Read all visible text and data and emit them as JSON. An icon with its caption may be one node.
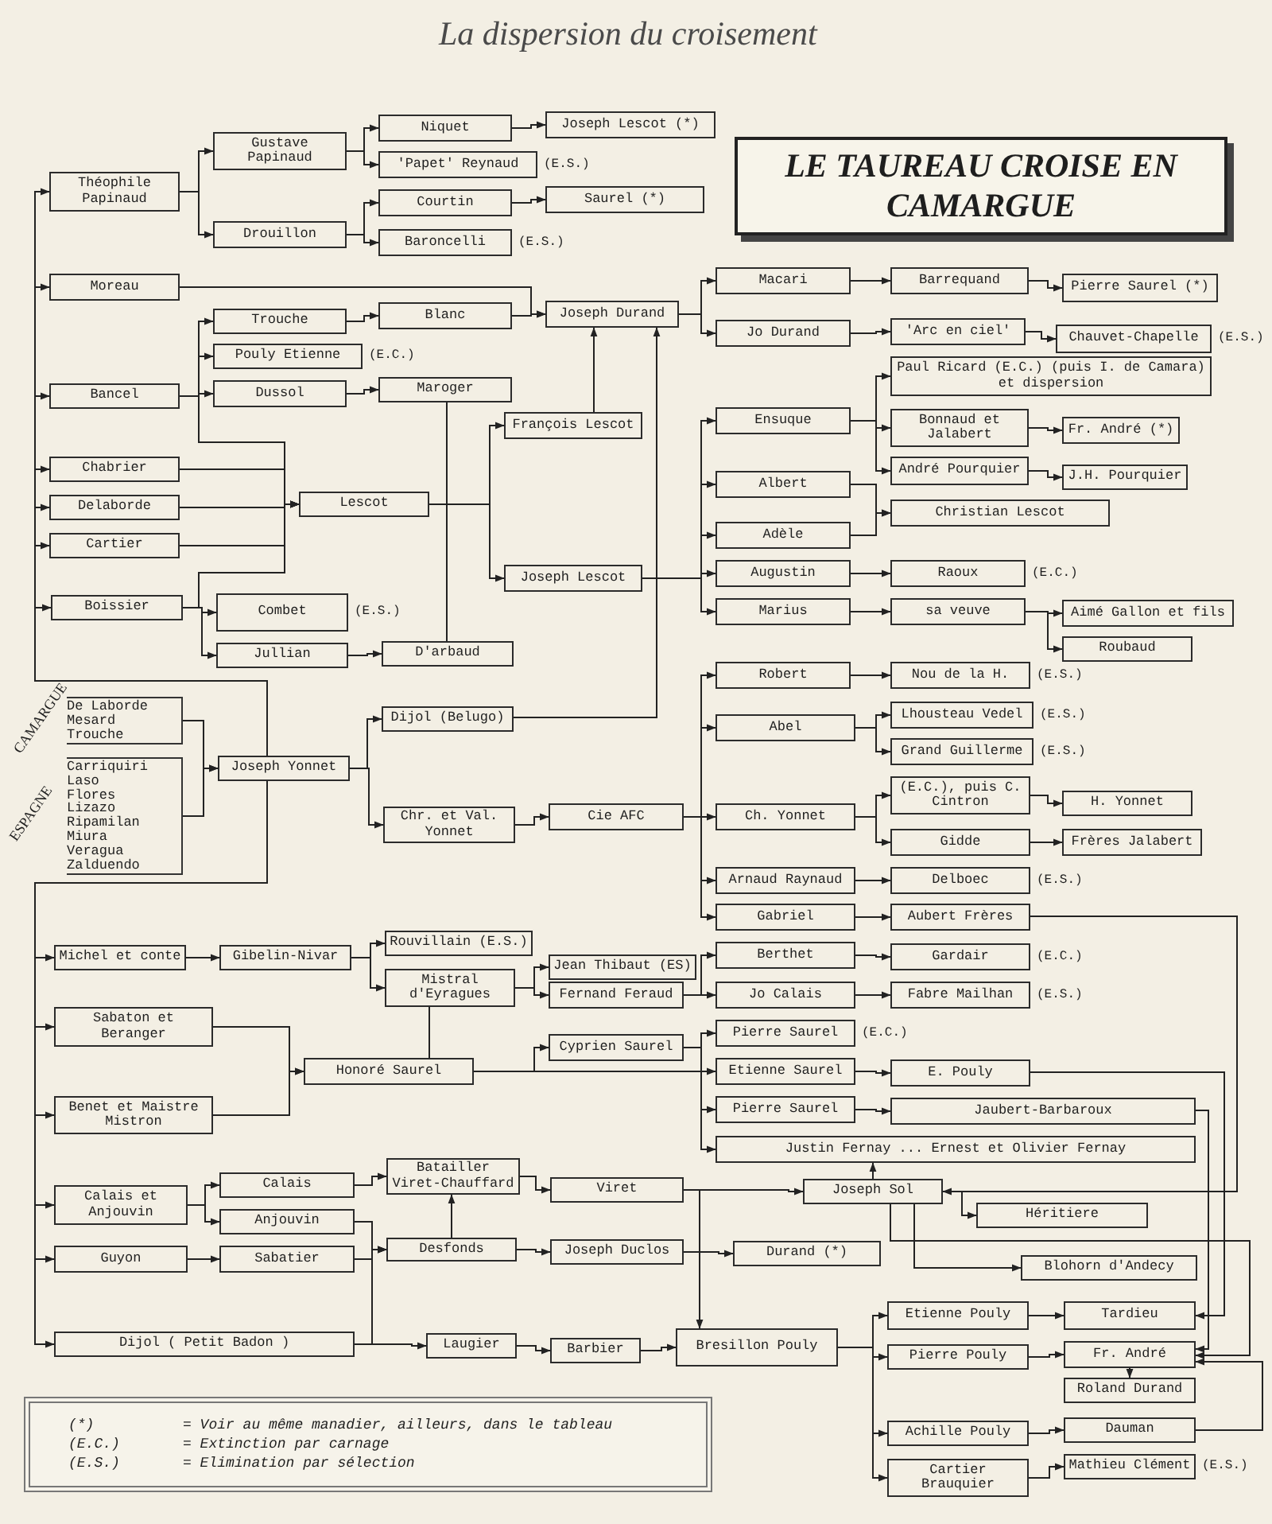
{
  "diagram": {
    "title": "La dispersion du croisement",
    "nodes": [
      {
        "text": [
          "LE TAUREAU CROISE EN CAMARGUE"
        ]
      },
      {
        "text": [
          "Théophile Papinaud"
        ]
      },
      {
        "text": [
          "Gustave Papinaud"
        ]
      },
      {
        "text": [
          "Niquet"
        ]
      },
      {
        "text": [
          "'Papet' Reynaud"
        ],
        "beside": [
          "(E.S.)"
        ]
      },
      {
        "text": [
          "Joseph Lescot (*)"
        ]
      },
      {
        "text": [
          "Drouillon"
        ]
      },
      {
        "text": [
          "Courtin"
        ]
      },
      {
        "text": [
          "Saurel (*)"
        ]
      },
      {
        "text": [
          "Baroncelli"
        ],
        "beside": [
          "(E.S.)"
        ]
      },
      {
        "text": [
          "Moreau"
        ]
      },
      {
        "text": [
          "Trouche"
        ]
      },
      {
        "text": [
          "Blanc"
        ]
      },
      {
        "text": [
          "Joseph Durand"
        ]
      },
      {
        "text": [
          "Macari"
        ]
      },
      {
        "text": [
          "Barrequand"
        ]
      },
      {
        "text": [
          "Pierre Saurel (*)"
        ]
      },
      {
        "text": [
          "Jo Durand"
        ]
      },
      {
        "text": [
          "'Arc en ciel'"
        ]
      },
      {
        "text": [
          "Chauvet-Chapelle"
        ],
        "beside": [
          "(E.S.)"
        ]
      },
      {
        "text": [
          "Pouly Etienne"
        ],
        "beside": [
          "(E.C.)"
        ]
      },
      {
        "text": [
          "Bancel"
        ]
      },
      {
        "text": [
          "Dussol"
        ]
      },
      {
        "text": [
          "Maroger"
        ]
      },
      {
        "text": [
          "Paul Ricard (E.C.) (puis I. de Camara) et dispersion"
        ]
      },
      {
        "text": [
          "Ensuque"
        ]
      },
      {
        "text": [
          "Bonnaud et Jalabert"
        ]
      },
      {
        "text": [
          "Fr. André (*)"
        ]
      },
      {
        "text": [
          "François Lescot"
        ]
      },
      {
        "text": [
          "André Pourquier"
        ]
      },
      {
        "text": [
          "J.H. Pourquier"
        ]
      },
      {
        "text": [
          "Chabrier"
        ]
      },
      {
        "text": [
          "Albert"
        ]
      },
      {
        "text": [
          "Delaborde"
        ]
      },
      {
        "text": [
          "Lescot"
        ]
      },
      {
        "text": [
          "Christian Lescot"
        ]
      },
      {
        "text": [
          "Adèle"
        ]
      },
      {
        "text": [
          "Cartier"
        ]
      },
      {
        "text": [
          "Augustin"
        ]
      },
      {
        "text": [
          "Raoux"
        ],
        "beside": [
          "(E.C.)"
        ]
      },
      {
        "text": [
          "Joseph Lescot"
        ]
      },
      {
        "text": [
          "Boissier"
        ]
      },
      {
        "text": [
          "Combet"
        ],
        "beside": [
          "(E.S.)"
        ]
      },
      {
        "text": [
          "Marius"
        ]
      },
      {
        "text": [
          "sa veuve"
        ]
      },
      {
        "text": [
          "Aimé Gallon et fils"
        ]
      },
      {
        "text": [
          "Roubaud"
        ]
      },
      {
        "text": [
          "Jullian"
        ]
      },
      {
        "text": [
          "D'arbaud"
        ]
      },
      {
        "text": [
          "Robert"
        ]
      },
      {
        "text": [
          "Nou de la H."
        ],
        "beside": [
          "(E.S.)"
        ]
      },
      {
        "text": [
          "De Laborde",
          "Mesard",
          "Trouche"
        ],
        "beside": [
          "CAMARGUE"
        ]
      },
      {
        "text": [
          "Dijol (Belugo)"
        ]
      },
      {
        "text": [
          "Lhousteau Vedel"
        ],
        "beside": [
          "(E.S.)"
        ]
      },
      {
        "text": [
          "Abel"
        ]
      },
      {
        "text": [
          "Grand Guillerme"
        ],
        "beside": [
          "(E.S.)"
        ]
      },
      {
        "text": [
          "Joseph Yonnet"
        ]
      },
      {
        "text": [
          "Carriquiri",
          "Laso",
          "Flores",
          "Lizazo",
          "Ripamilan",
          "Miura",
          "Veragua",
          "Zalduendo"
        ],
        "beside": [
          "ESPAGNE"
        ]
      },
      {
        "text": [
          "(E.C.), puis C. Cintron"
        ]
      },
      {
        "text": [
          "H. Yonnet"
        ]
      },
      {
        "text": [
          "Ch. Yonnet"
        ]
      },
      {
        "text": [
          "Chr. et Val. Yonnet"
        ]
      },
      {
        "text": [
          "Cie AFC"
        ]
      },
      {
        "text": [
          "Gidde"
        ]
      },
      {
        "text": [
          "Frères Jalabert"
        ]
      },
      {
        "text": [
          "Arnaud Raynaud"
        ]
      },
      {
        "text": [
          "Delboec"
        ],
        "beside": [
          "(E.S.)"
        ]
      },
      {
        "text": [
          "Gabriel"
        ]
      },
      {
        "text": [
          "Aubert Frères"
        ]
      },
      {
        "text": [
          "Rouvillain (E.S.)"
        ]
      },
      {
        "text": [
          "Michel et conte"
        ]
      },
      {
        "text": [
          "Gibelin-Nivar"
        ]
      },
      {
        "text": [
          "Jean Thibaut (ES)"
        ]
      },
      {
        "text": [
          "Berthet"
        ]
      },
      {
        "text": [
          "Gardair"
        ],
        "beside": [
          "(E.C.)"
        ]
      },
      {
        "text": [
          "Mistral d'Eyragues"
        ]
      },
      {
        "text": [
          "Fernand Feraud"
        ]
      },
      {
        "text": [
          "Jo Calais"
        ]
      },
      {
        "text": [
          "Fabre Mailhan"
        ],
        "beside": [
          "(E.S.)"
        ]
      },
      {
        "text": [
          "Sabaton et Beranger"
        ]
      },
      {
        "text": [
          "Pierre Saurel"
        ],
        "beside": [
          "(E.C.)"
        ]
      },
      {
        "text": [
          "Cyprien Saurel"
        ]
      },
      {
        "text": [
          "Honoré Saurel"
        ]
      },
      {
        "text": [
          "Etienne Saurel"
        ]
      },
      {
        "text": [
          "E. Pouly"
        ]
      },
      {
        "text": [
          "Benet et Maistre Mistron"
        ]
      },
      {
        "text": [
          "Pierre Saurel"
        ]
      },
      {
        "text": [
          "Jaubert-Barbaroux"
        ]
      },
      {
        "text": [
          "Justin Fernay ... Ernest et Olivier Fernay"
        ]
      },
      {
        "text": [
          "Batailler Viret-Chauffard"
        ]
      },
      {
        "text": [
          "Calais et Anjouvin"
        ]
      },
      {
        "text": [
          "Calais"
        ]
      },
      {
        "text": [
          "Viret"
        ]
      },
      {
        "text": [
          "Joseph Sol"
        ]
      },
      {
        "text": [
          "Anjouvin"
        ]
      },
      {
        "text": [
          "Héritiere"
        ]
      },
      {
        "text": [
          "Desfonds"
        ]
      },
      {
        "text": [
          "Joseph Duclos"
        ]
      },
      {
        "text": [
          "Durand (*)"
        ]
      },
      {
        "text": [
          "Guyon"
        ]
      },
      {
        "text": [
          "Sabatier"
        ]
      },
      {
        "text": [
          "Blohorn d'Andecy"
        ]
      },
      {
        "text": [
          "Etienne Pouly"
        ]
      },
      {
        "text": [
          "Tardieu"
        ]
      },
      {
        "text": [
          "Bresillon Pouly"
        ]
      },
      {
        "text": [
          "Dijol ( Petit Badon )"
        ]
      },
      {
        "text": [
          "Laugier"
        ]
      },
      {
        "text": [
          "Barbier"
        ]
      },
      {
        "text": [
          "Pierre Pouly"
        ]
      },
      {
        "text": [
          "Fr. André"
        ]
      },
      {
        "text": [
          "Roland Durand"
        ]
      },
      {
        "text": [
          "Achille Pouly"
        ]
      },
      {
        "text": [
          "Dauman"
        ]
      },
      {
        "text": [
          "Cartier Brauquier"
        ]
      },
      {
        "text": [
          "Mathieu Clément"
        ],
        "beside": [
          "(E.S.)"
        ]
      }
    ],
    "edges": [
      {
        "from": 56,
        "to": 1,
        "arrow": "to"
      },
      {
        "from": 56,
        "to": 10,
        "arrow": "to"
      },
      {
        "from": 56,
        "to": 21,
        "arrow": "to"
      },
      {
        "from": 56,
        "to": 31,
        "arrow": "to"
      },
      {
        "from": 56,
        "to": 33,
        "arrow": "to"
      },
      {
        "from": 56,
        "to": 37,
        "arrow": "to"
      },
      {
        "from": 56,
        "to": 41,
        "arrow": "to"
      },
      {
        "from": 56,
        "to": 70,
        "arrow": "to"
      },
      {
        "from": 56,
        "to": 79,
        "arrow": "to"
      },
      {
        "from": 56,
        "to": 85,
        "arrow": "to"
      },
      {
        "from": 56,
        "to": 90,
        "arrow": "to"
      },
      {
        "from": 56,
        "to": 99,
        "arrow": "to"
      },
      {
        "from": 56,
        "to": 105,
        "arrow": "to"
      },
      {
        "from": 51,
        "to": 56,
        "arrow": "to"
      },
      {
        "from": 57,
        "to": 56,
        "arrow": "to"
      },
      {
        "from": 1,
        "to": 2,
        "arrow": "to"
      },
      {
        "from": 1,
        "to": 6,
        "arrow": "to"
      },
      {
        "from": 2,
        "to": 3,
        "arrow": "to"
      },
      {
        "from": 2,
        "to": 4,
        "arrow": "to"
      },
      {
        "from": 3,
        "to": 5,
        "arrow": "to"
      },
      {
        "from": 6,
        "to": 7,
        "arrow": "to"
      },
      {
        "from": 6,
        "to": 9,
        "arrow": "to"
      },
      {
        "from": 7,
        "to": 8,
        "arrow": "to"
      },
      {
        "from": 10,
        "to": 13,
        "arrow": "to"
      },
      {
        "from": 21,
        "to": 11,
        "arrow": "to"
      },
      {
        "from": 21,
        "to": 20,
        "arrow": "to"
      },
      {
        "from": 21,
        "to": 22,
        "arrow": "to"
      },
      {
        "from": 21,
        "to": 34,
        "arrow": "to"
      },
      {
        "from": 11,
        "to": 12,
        "arrow": "to"
      },
      {
        "from": 12,
        "to": 13,
        "arrow": "to"
      },
      {
        "from": 22,
        "to": 23,
        "arrow": "to"
      },
      {
        "from": 23,
        "to": 48,
        "arrow": "none"
      },
      {
        "from": 31,
        "to": 34,
        "arrow": "to"
      },
      {
        "from": 33,
        "to": 34,
        "arrow": "to"
      },
      {
        "from": 37,
        "to": 34,
        "arrow": "to"
      },
      {
        "from": 41,
        "to": 34,
        "arrow": "to"
      },
      {
        "from": 41,
        "to": 42,
        "arrow": "to"
      },
      {
        "from": 41,
        "to": 47,
        "arrow": "to"
      },
      {
        "from": 47,
        "to": 48,
        "arrow": "to"
      },
      {
        "from": 34,
        "to": 28,
        "arrow": "to"
      },
      {
        "from": 34,
        "to": 40,
        "arrow": "to"
      },
      {
        "from": 28,
        "to": 13,
        "arrow": "to"
      },
      {
        "from": 52,
        "to": 13,
        "arrow": "to"
      },
      {
        "from": 13,
        "to": 14,
        "arrow": "to"
      },
      {
        "from": 13,
        "to": 17,
        "arrow": "to"
      },
      {
        "from": 14,
        "to": 15,
        "arrow": "to"
      },
      {
        "from": 15,
        "to": 16,
        "arrow": "to"
      },
      {
        "from": 17,
        "to": 18,
        "arrow": "to"
      },
      {
        "from": 18,
        "to": 19,
        "arrow": "to"
      },
      {
        "from": 40,
        "to": 25,
        "arrow": "to"
      },
      {
        "from": 40,
        "to": 32,
        "arrow": "to"
      },
      {
        "from": 40,
        "to": 36,
        "arrow": "to"
      },
      {
        "from": 40,
        "to": 38,
        "arrow": "to"
      },
      {
        "from": 40,
        "to": 43,
        "arrow": "to"
      },
      {
        "from": 25,
        "to": 24,
        "arrow": "to"
      },
      {
        "from": 25,
        "to": 26,
        "arrow": "to"
      },
      {
        "from": 25,
        "to": 29,
        "arrow": "to"
      },
      {
        "from": 26,
        "to": 27,
        "arrow": "to"
      },
      {
        "from": 29,
        "to": 30,
        "arrow": "to"
      },
      {
        "from": 32,
        "to": 35,
        "arrow": "to"
      },
      {
        "from": 36,
        "to": 35,
        "arrow": "to"
      },
      {
        "from": 38,
        "to": 39,
        "arrow": "to"
      },
      {
        "from": 43,
        "to": 44,
        "arrow": "to"
      },
      {
        "from": 44,
        "to": 45,
        "arrow": "to"
      },
      {
        "from": 44,
        "to": 46,
        "arrow": "to"
      },
      {
        "from": 56,
        "to": 52,
        "arrow": "to"
      },
      {
        "from": 56,
        "to": 61,
        "arrow": "to"
      },
      {
        "from": 61,
        "to": 62,
        "arrow": "to"
      },
      {
        "from": 62,
        "to": 49,
        "arrow": "to"
      },
      {
        "from": 62,
        "to": 54,
        "arrow": "to"
      },
      {
        "from": 62,
        "to": 60,
        "arrow": "to"
      },
      {
        "from": 62,
        "to": 65,
        "arrow": "to"
      },
      {
        "from": 62,
        "to": 67,
        "arrow": "to"
      },
      {
        "from": 49,
        "to": 50,
        "arrow": "to"
      },
      {
        "from": 54,
        "to": 53,
        "arrow": "to"
      },
      {
        "from": 54,
        "to": 55,
        "arrow": "to"
      },
      {
        "from": 60,
        "to": 58,
        "arrow": "to"
      },
      {
        "from": 60,
        "to": 63,
        "arrow": "to"
      },
      {
        "from": 58,
        "to": 59,
        "arrow": "to"
      },
      {
        "from": 63,
        "to": 64,
        "arrow": "to"
      },
      {
        "from": 65,
        "to": 66,
        "arrow": "to"
      },
      {
        "from": 67,
        "to": 68,
        "arrow": "to"
      },
      {
        "from": 68,
        "to": 93,
        "arrow": "to"
      },
      {
        "from": 84,
        "to": 103,
        "arrow": "to"
      },
      {
        "from": 87,
        "to": 109,
        "arrow": "to"
      },
      {
        "from": 93,
        "to": 109,
        "arrow": "to"
      },
      {
        "from": 112,
        "to": 109,
        "arrow": "to"
      },
      {
        "from": 70,
        "to": 71,
        "arrow": "to"
      },
      {
        "from": 71,
        "to": 69,
        "arrow": "to"
      },
      {
        "from": 71,
        "to": 75,
        "arrow": "to"
      },
      {
        "from": 75,
        "to": 72,
        "arrow": "to"
      },
      {
        "from": 75,
        "to": 76,
        "arrow": "to"
      },
      {
        "from": 82,
        "to": 75,
        "arrow": "none"
      },
      {
        "from": 76,
        "to": 73,
        "arrow": "to"
      },
      {
        "from": 76,
        "to": 77,
        "arrow": "to"
      },
      {
        "from": 81,
        "to": 80,
        "arrow": "to"
      },
      {
        "from": 81,
        "to": 83,
        "arrow": "to"
      },
      {
        "from": 73,
        "to": 74,
        "arrow": "to"
      },
      {
        "from": 77,
        "to": 78,
        "arrow": "to"
      },
      {
        "from": 83,
        "to": 84,
        "arrow": "to"
      },
      {
        "from": 86,
        "to": 87,
        "arrow": "to"
      },
      {
        "from": 79,
        "to": 82,
        "arrow": "to"
      },
      {
        "from": 85,
        "to": 82,
        "arrow": "to"
      },
      {
        "from": 82,
        "to": 81,
        "arrow": "to"
      },
      {
        "from": 82,
        "to": 86,
        "arrow": "to"
      },
      {
        "from": 82,
        "to": 88,
        "arrow": "to"
      },
      {
        "from": 90,
        "to": 91,
        "arrow": "to"
      },
      {
        "from": 90,
        "to": 94,
        "arrow": "to"
      },
      {
        "from": 91,
        "to": 89,
        "arrow": "to"
      },
      {
        "from": 94,
        "to": 96,
        "arrow": "to"
      },
      {
        "from": 99,
        "to": 100,
        "arrow": "to"
      },
      {
        "from": 100,
        "to": 96,
        "arrow": "to"
      },
      {
        "from": 96,
        "to": 89,
        "arrow": "to"
      },
      {
        "from": 96,
        "to": 97,
        "arrow": "to"
      },
      {
        "from": 89,
        "to": 92,
        "arrow": "to"
      },
      {
        "from": 105,
        "to": 106,
        "arrow": "to"
      },
      {
        "from": 105,
        "to": 96,
        "arrow": "to"
      },
      {
        "from": 106,
        "to": 107,
        "arrow": "to"
      },
      {
        "from": 107,
        "to": 104,
        "arrow": "to"
      },
      {
        "from": 92,
        "to": 93,
        "arrow": "to"
      },
      {
        "from": 92,
        "to": 104,
        "arrow": "to"
      },
      {
        "from": 97,
        "to": 98,
        "arrow": "to"
      },
      {
        "from": 93,
        "to": 95,
        "arrow": "to"
      },
      {
        "from": 93,
        "to": 101,
        "arrow": "to"
      },
      {
        "from": 93,
        "to": 88,
        "arrow": "to"
      },
      {
        "from": 104,
        "to": 102,
        "arrow": "to"
      },
      {
        "from": 104,
        "to": 108,
        "arrow": "to"
      },
      {
        "from": 104,
        "to": 111,
        "arrow": "to"
      },
      {
        "from": 104,
        "to": 113,
        "arrow": "to"
      },
      {
        "from": 102,
        "to": 103,
        "arrow": "to"
      },
      {
        "from": 108,
        "to": 109,
        "arrow": "to"
      },
      {
        "from": 111,
        "to": 112,
        "arrow": "to"
      },
      {
        "from": 113,
        "to": 114,
        "arrow": "to"
      },
      {
        "from": 109,
        "to": 110,
        "arrow": "to"
      }
    ],
    "labels": [
      "(*)",
      "= Voir au même manadier, ailleurs, dans le tableau",
      "(E.C.)",
      "= Extinction par carnage",
      "(E.S.)",
      "= Elimination par sélection"
    ]
  }
}
